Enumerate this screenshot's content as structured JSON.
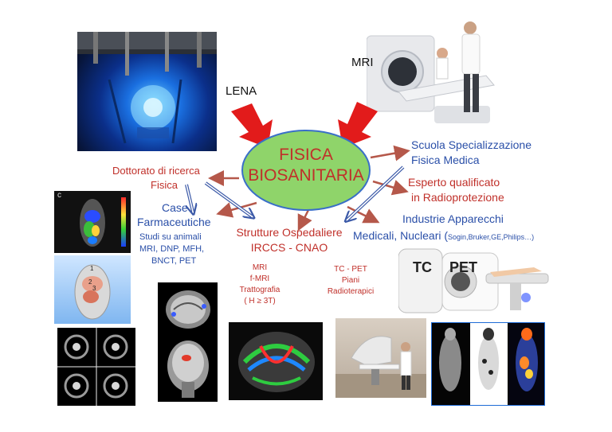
{
  "labels": {
    "lena": "LENA",
    "mri": "MRI",
    "center_line1": "FISICA",
    "center_line2": "BIOSANITARIA",
    "scuola_line1": "Scuola Specializzazione",
    "scuola_line2": "Fisica Medica",
    "esperto_line1": "Esperto qualificato",
    "esperto_line2": "in Radioprotezione",
    "industrie_line1": "Industrie Apparecchi",
    "industrie_line2": "Medicali, Nucleari (",
    "industrie_brands": "Sogin,Bruker,GE,Philips…)",
    "dottorato_line1": "Dottorato di ricerca",
    "dottorato_line2": "Fisica",
    "case_line1": "Case",
    "case_line2": "Farmaceutiche",
    "studi_line1": "Studi su animali",
    "studi_line2": "MRI, DNP, MFH,",
    "studi_line3": "BNCT, PET",
    "strutture_line1": "Strutture Ospedaliere",
    "strutture_line2": "IRCCS - CNAO",
    "mri_list_line1": "MRI",
    "mri_list_line2": "f-MRI",
    "mri_list_line3": "Trattografia",
    "mri_list_line4": "( H ≥ 3T)",
    "tcpet_line1": "TC - PET",
    "tcpet_line2": "Piani",
    "tcpet_line3": "Radioterapici",
    "scanner_tc": "TC",
    "scanner_pet": "PET",
    "mouse_marks": [
      "1",
      "2",
      "3"
    ],
    "scan_letter": "c"
  },
  "colors": {
    "red_text": "#c0302a",
    "blue_text": "#2a4fa8",
    "ellipse_fill": "#8fd46a",
    "ellipse_stroke": "#3a6fc8",
    "big_arrow": "#e21b1b",
    "thin_arrow": "#b5584a"
  }
}
